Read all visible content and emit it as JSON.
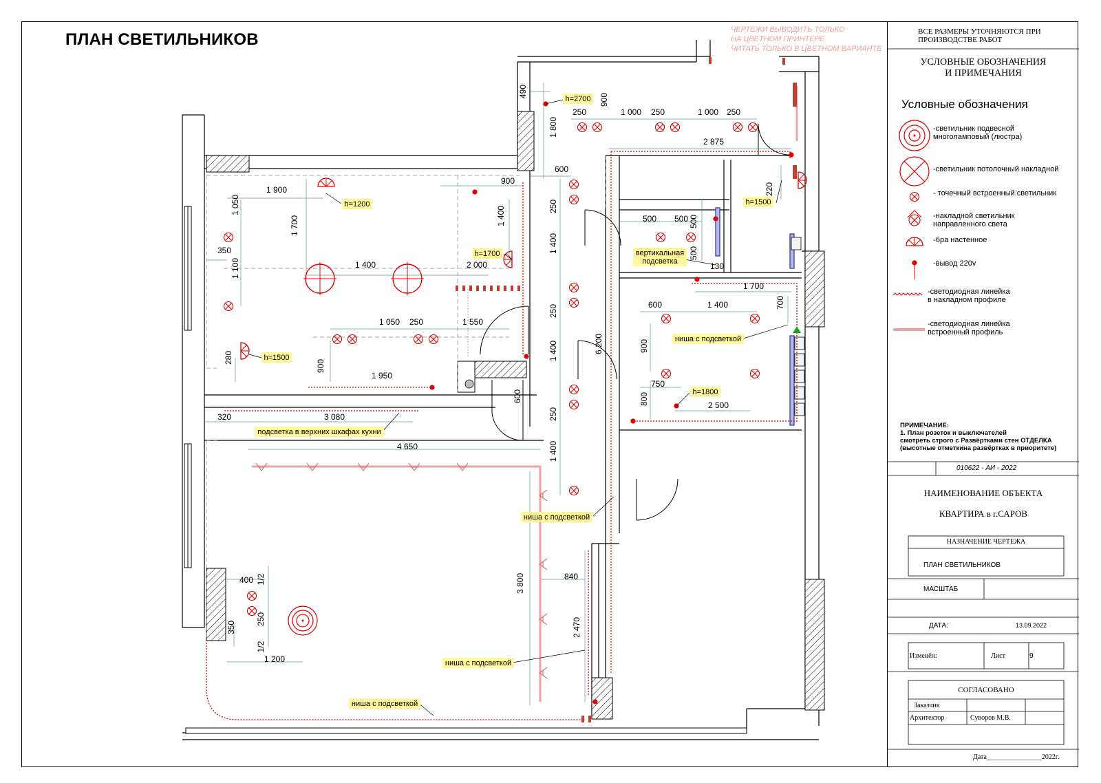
{
  "title": "ПЛАН СВЕТИЛЬНИКОВ",
  "print_warning": [
    "ЧЕРТЕЖИ ВЫВОДИТЬ ТОЛЬКО",
    "НА ЦВЕТНОМ ПРИНТЕРЕ",
    "ЧИТАТЬ ТОЛЬКО В ЦВЕТНОМ ВАРИАНТЕ"
  ],
  "colors": {
    "accent": "#e00000",
    "tag": "#fff799",
    "led": "#f4a0a0",
    "ink": "#000000"
  },
  "panel": {
    "note_top": [
      "ВСЕ РАЗМЕРЫ УТОЧНЯЮТСЯ ПРИ",
      "ПРОИЗВОДСТВЕ РАБОТ"
    ],
    "section_title": [
      "УСЛОВНЫЕ ОБОЗНАЧЕНИЯ",
      "И ПРИМЕЧАНИЯ"
    ],
    "legend_title": "Условные обозначения",
    "legend": [
      {
        "icon": "chandelier-icon",
        "text": [
          "-светильник подвесной",
          "многоламповый (люстра)"
        ]
      },
      {
        "icon": "ceiling-lamp-icon",
        "text": [
          "-светильник потолочный накладной"
        ]
      },
      {
        "icon": "spot-lamp-icon",
        "text": [
          "- точечный встроенный светильник"
        ]
      },
      {
        "icon": "directional-lamp-icon",
        "text": [
          "-накладной светильник",
          "направленного света"
        ]
      },
      {
        "icon": "wall-sconce-icon",
        "text": [
          "-бра настенное"
        ]
      },
      {
        "icon": "power-outlet-icon",
        "text": [
          "-вывод 220v"
        ]
      },
      {
        "icon": "led-surface-icon",
        "text": [
          "-светодиодная линейка",
          "в накладном профиле"
        ]
      },
      {
        "icon": "led-built-in-icon",
        "text": [
          "-светодиодная линейка",
          "встроенный профиль"
        ]
      }
    ],
    "note_title": "ПРИМЕЧАНИЕ:",
    "note_lines": [
      "1. План розеток и выключателей",
      "смотреть строго с Развёртками стен ОТДЕЛКА",
      "(высотные отметкина развёртках в приоритете)"
    ],
    "code": "010622 - АИ - 2022",
    "object_label": "НАИМЕНОВАНИЕ ОБЪЕКТА",
    "object_name": "КВАРТИРА в г.САРОВ",
    "purpose_label": "НАЗНАЧЕНИЕ ЧЕРТЕЖА",
    "purpose_value": "ПЛАН СВЕТИЛЬНИКОВ",
    "scale_label": "МАСШТАБ",
    "date_label": "ДАТА:",
    "date_value": "13.09.2022",
    "changed_label": "Изменён:",
    "sheet_label": "Лист",
    "sheet_value": "9",
    "approved_label": "СОГЛАСОВАНО",
    "customer_label": "Заказчик",
    "architect_label": "Архитектор",
    "architect_name": "Суворов М.В.",
    "date_footer": "Дата________________2022г."
  },
  "plan": {
    "dimensions": [
      "490",
      "900",
      "250",
      "1 000",
      "250",
      "1 000",
      "250",
      "1 800",
      "2 875",
      "600",
      "900",
      "1 900",
      "1 050",
      "1 700",
      "1 400",
      "350",
      "1 100",
      "1 400",
      "2 000",
      "250",
      "1 400",
      "500",
      "500",
      "500",
      "220",
      "500",
      "130",
      "1 700",
      "700",
      "600",
      "1 400",
      "250",
      "1 050",
      "250",
      "1 550",
      "6 200",
      "900",
      "280",
      "900",
      "1 950",
      "750",
      "800",
      "2 500",
      "1 400",
      "600",
      "3 080",
      "320",
      "250",
      "4 650",
      "1 400",
      "3 800",
      "840",
      "400",
      "1/2",
      "250",
      "350",
      "1/2",
      "2 470",
      "1 200"
    ],
    "tags": {
      "h2700": "h=2700",
      "h1200": "h=1200",
      "h1700": "h=1700",
      "h1500_left": "h=1500",
      "h1500_right": "h=1500",
      "h1800": "h=1800",
      "vertical_light": [
        "вертикальная",
        "подсветка"
      ],
      "niche_right": "ниша с подсветкой",
      "kitchen_light": "подсветка в верхних шкафах кухни",
      "niche_corridor": "ниша с подсветкой",
      "niche_mid": "ниша с подсветкой",
      "niche_bottom": "ниша с подсветкой"
    }
  }
}
